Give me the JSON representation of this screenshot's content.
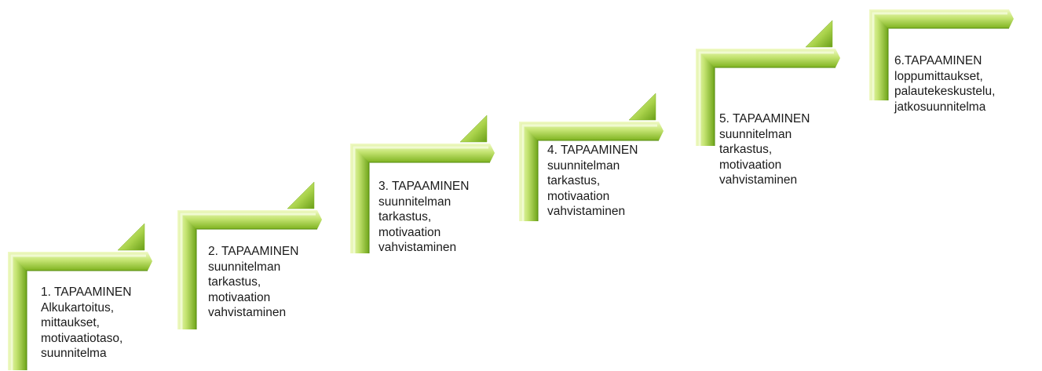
{
  "colors": {
    "green_light": "#ecf7bf",
    "green_mid": "#b6dc5c",
    "green_dark": "#5e9a14",
    "text": "#1a1a1a"
  },
  "steps": [
    {
      "lines": [
        "1. TAPAAMINEN",
        "Alkukartoitus,",
        "mittaukset,",
        "motivaatiotaso,",
        "suunnitelma"
      ]
    },
    {
      "lines": [
        "2. TAPAAMINEN",
        "suunnitelman",
        "tarkastus,",
        "motivaation",
        "vahvistaminen"
      ]
    },
    {
      "lines": [
        "3. TAPAAMINEN",
        "suunnitelman",
        "tarkastus,",
        "motivaation",
        "vahvistaminen"
      ]
    },
    {
      "lines": [
        "4. TAPAAMINEN",
        "suunnitelman",
        "tarkastus,",
        "motivaation",
        "vahvistaminen"
      ]
    },
    {
      "lines": [
        "5. TAPAAMINEN",
        "suunnitelman",
        "tarkastus,",
        "motivaation",
        "vahvistaminen"
      ]
    },
    {
      "lines": [
        "6.TAPAAMINEN",
        "loppumittaukset,",
        "palautekeskustelu,",
        "jatkosuunnitelma"
      ]
    }
  ]
}
